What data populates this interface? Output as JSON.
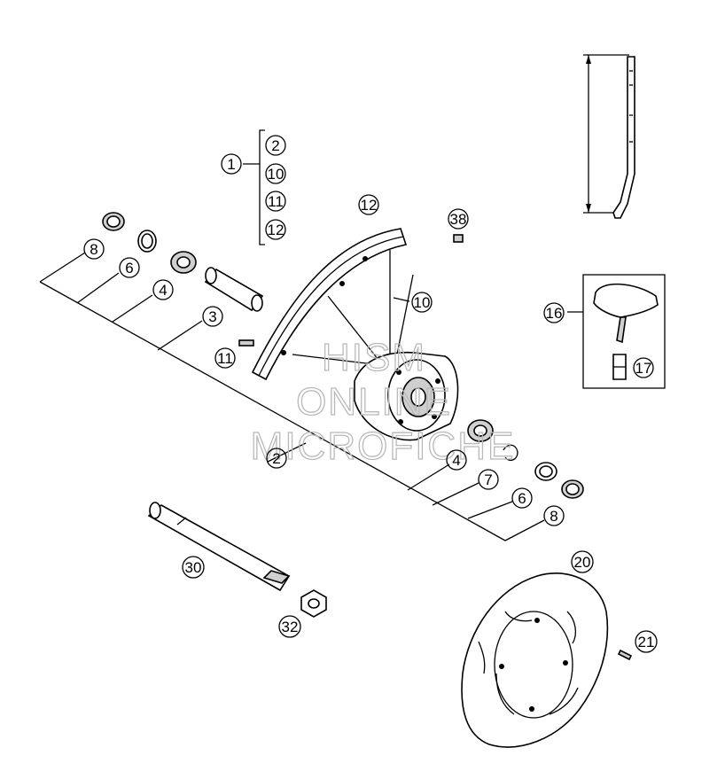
{
  "callouts": {
    "c1": "1",
    "c1_kit_a": "2",
    "c1_kit_b": "10",
    "c1_kit_c": "11",
    "c1_kit_d": "12",
    "c12": "12",
    "c38": "38",
    "c8_top": "8",
    "c6_top": "6",
    "c4_top": "4",
    "c3": "3",
    "c11": "11",
    "c10": "10",
    "c16": "16",
    "c17": "17",
    "c2": "2",
    "c4_bot": "4",
    "c7": "7",
    "c6_bot": "6",
    "c8_bot": "8",
    "c30": "30",
    "c32": "32",
    "c20": "20",
    "c21": "21"
  },
  "watermark": {
    "line1": "HISM",
    "line2": "ONLINE",
    "line3": "MICROFICHE"
  },
  "colors": {
    "line": "#000000",
    "watermark": "#b9b9b9",
    "background": "#ffffff"
  }
}
